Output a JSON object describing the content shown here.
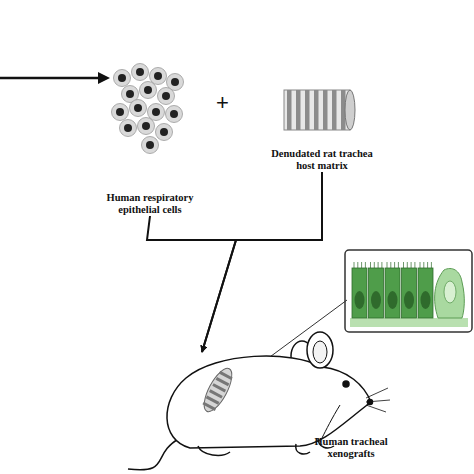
{
  "diagram": {
    "nodes": [
      {
        "text": [
          "Human respiratory epithelial cells"
        ]
      },
      {
        "text": [
          "Denudated rat trachea host matrix"
        ]
      },
      {
        "text": [
          "Human tracheal xenografts"
        ]
      }
    ],
    "edges": [
      {
        "from": 0,
        "to": 2,
        "arrow": "to"
      },
      {
        "from": 1,
        "to": 2,
        "arrow": "to"
      }
    ],
    "labels": [
      "+"
    ]
  }
}
